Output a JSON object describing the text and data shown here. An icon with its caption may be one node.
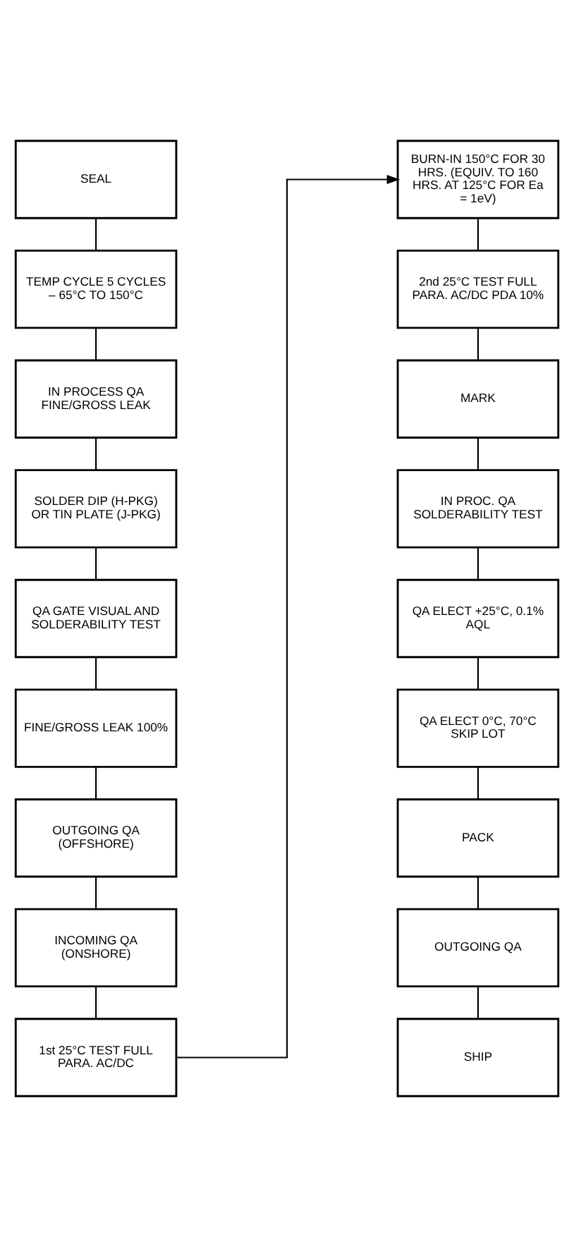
{
  "diagram": {
    "nodes": [
      {
        "text": [
          "SEAL"
        ]
      },
      {
        "text": [
          "TEMP CYCLE 5 CYCLES – 65°C TO 150°C"
        ]
      },
      {
        "text": [
          "IN PROCESS QA FINE/GROSS LEAK"
        ]
      },
      {
        "text": [
          "SOLDER DIP (H-PKG) OR TIN PLATE (J-PKG)"
        ]
      },
      {
        "text": [
          "QA GATE VISUAL AND SOLDERABILITY TEST"
        ]
      },
      {
        "text": [
          "FINE/GROSS LEAK 100%"
        ]
      },
      {
        "text": [
          "OUTGOING QA (OFFSHORE)"
        ]
      },
      {
        "text": [
          "INCOMING QA (ONSHORE)"
        ]
      },
      {
        "text": [
          "1st 25°C TEST FULL PARA. AC/DC"
        ]
      },
      {
        "text": [
          "BURN-IN 150°C FOR 30 HRS. (EQUIV. TO 160 HRS. AT 125°C FOR Ea = 1eV)"
        ]
      },
      {
        "text": [
          "2nd 25°C TEST FULL PARA. AC/DC PDA 10%"
        ]
      },
      {
        "text": [
          "MARK"
        ]
      },
      {
        "text": [
          "IN PROC. QA SOLDERABILITY TEST"
        ]
      },
      {
        "text": [
          "QA ELECT +25°C, 0.1% AQL"
        ]
      },
      {
        "text": [
          "QA ELECT 0°C, 70°C SKIP LOT"
        ]
      },
      {
        "text": [
          "PACK"
        ]
      },
      {
        "text": [
          "OUTGOING QA"
        ]
      },
      {
        "text": [
          "SHIP"
        ]
      }
    ],
    "edges": [
      {
        "from": 0,
        "to": 1,
        "arrow": "none"
      },
      {
        "from": 1,
        "to": 2,
        "arrow": "none"
      },
      {
        "from": 2,
        "to": 3,
        "arrow": "none"
      },
      {
        "from": 3,
        "to": 4,
        "arrow": "none"
      },
      {
        "from": 4,
        "to": 5,
        "arrow": "none"
      },
      {
        "from": 5,
        "to": 6,
        "arrow": "none"
      },
      {
        "from": 6,
        "to": 7,
        "arrow": "none"
      },
      {
        "from": 7,
        "to": 8,
        "arrow": "none"
      },
      {
        "from": 8,
        "to": 9,
        "arrow": "to"
      },
      {
        "from": 9,
        "to": 10,
        "arrow": "none"
      },
      {
        "from": 10,
        "to": 11,
        "arrow": "none"
      },
      {
        "from": 11,
        "to": 12,
        "arrow": "none"
      },
      {
        "from": 12,
        "to": 13,
        "arrow": "none"
      },
      {
        "from": 13,
        "to": 14,
        "arrow": "none"
      },
      {
        "from": 14,
        "to": 15,
        "arrow": "none"
      },
      {
        "from": 15,
        "to": 16,
        "arrow": "none"
      },
      {
        "from": 16,
        "to": 17,
        "arrow": "none"
      }
    ]
  }
}
